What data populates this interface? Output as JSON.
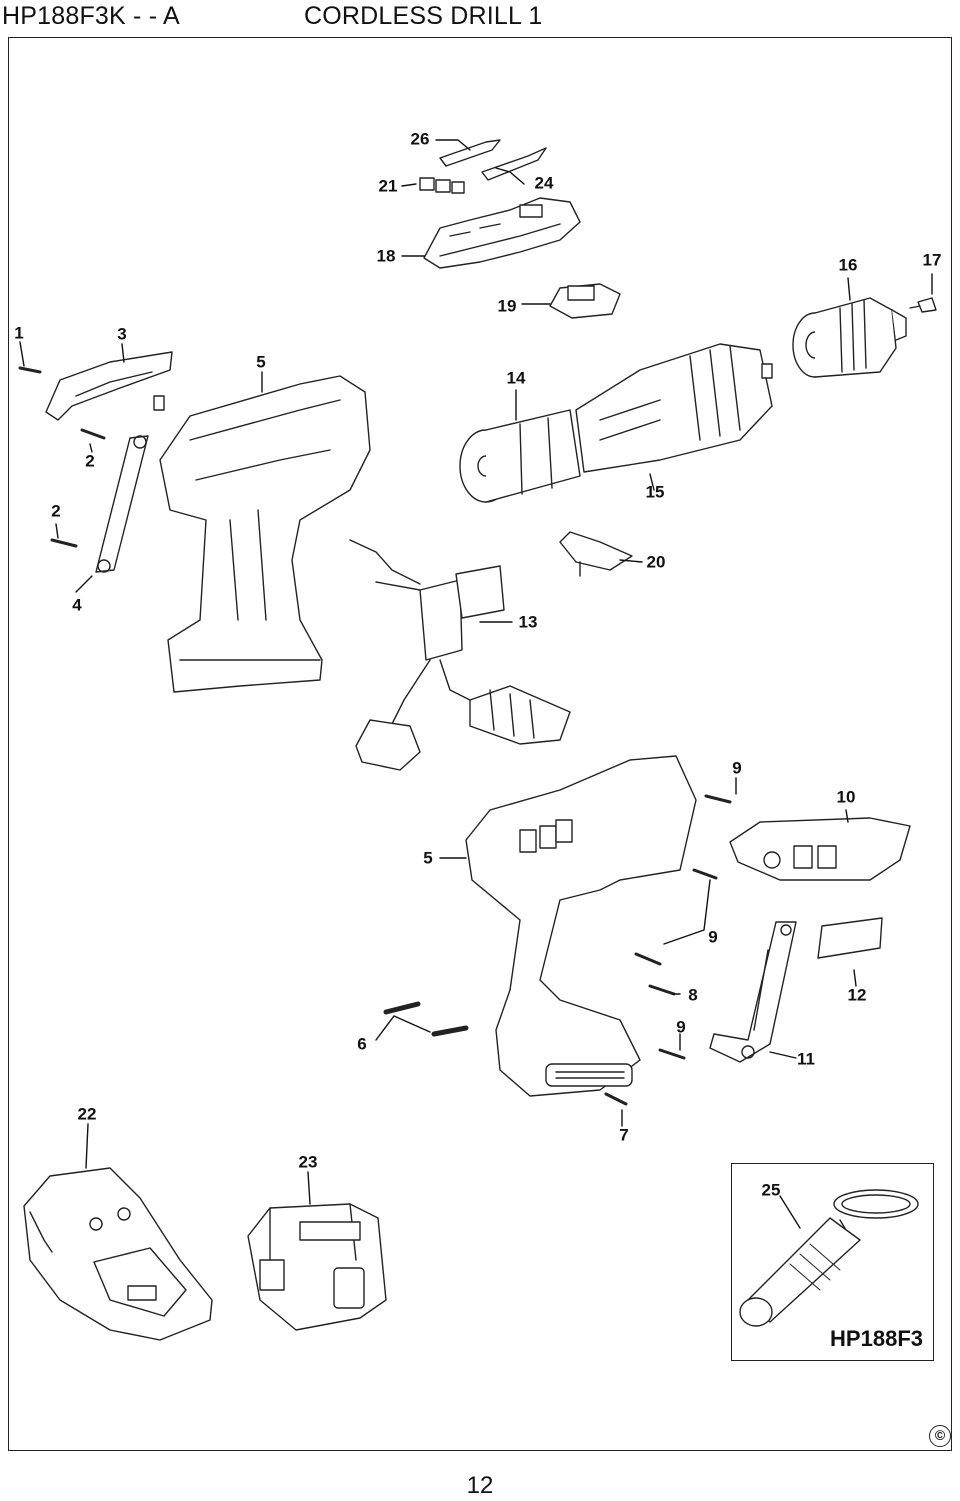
{
  "header": {
    "model": "HP188F3K - - A",
    "title": "CORDLESS DRILL 1"
  },
  "inset": {
    "model": "HP188F3"
  },
  "copyright_symbol": "©",
  "page_number": "12",
  "callouts": [
    "26",
    "24",
    "21",
    "18",
    "19",
    "16",
    "17",
    "1",
    "3",
    "5",
    "14",
    "2",
    "2",
    "15",
    "20",
    "4",
    "13",
    "9",
    "10",
    "5",
    "9",
    "12",
    "8",
    "6",
    "9",
    "11",
    "7",
    "22",
    "23",
    "25"
  ]
}
